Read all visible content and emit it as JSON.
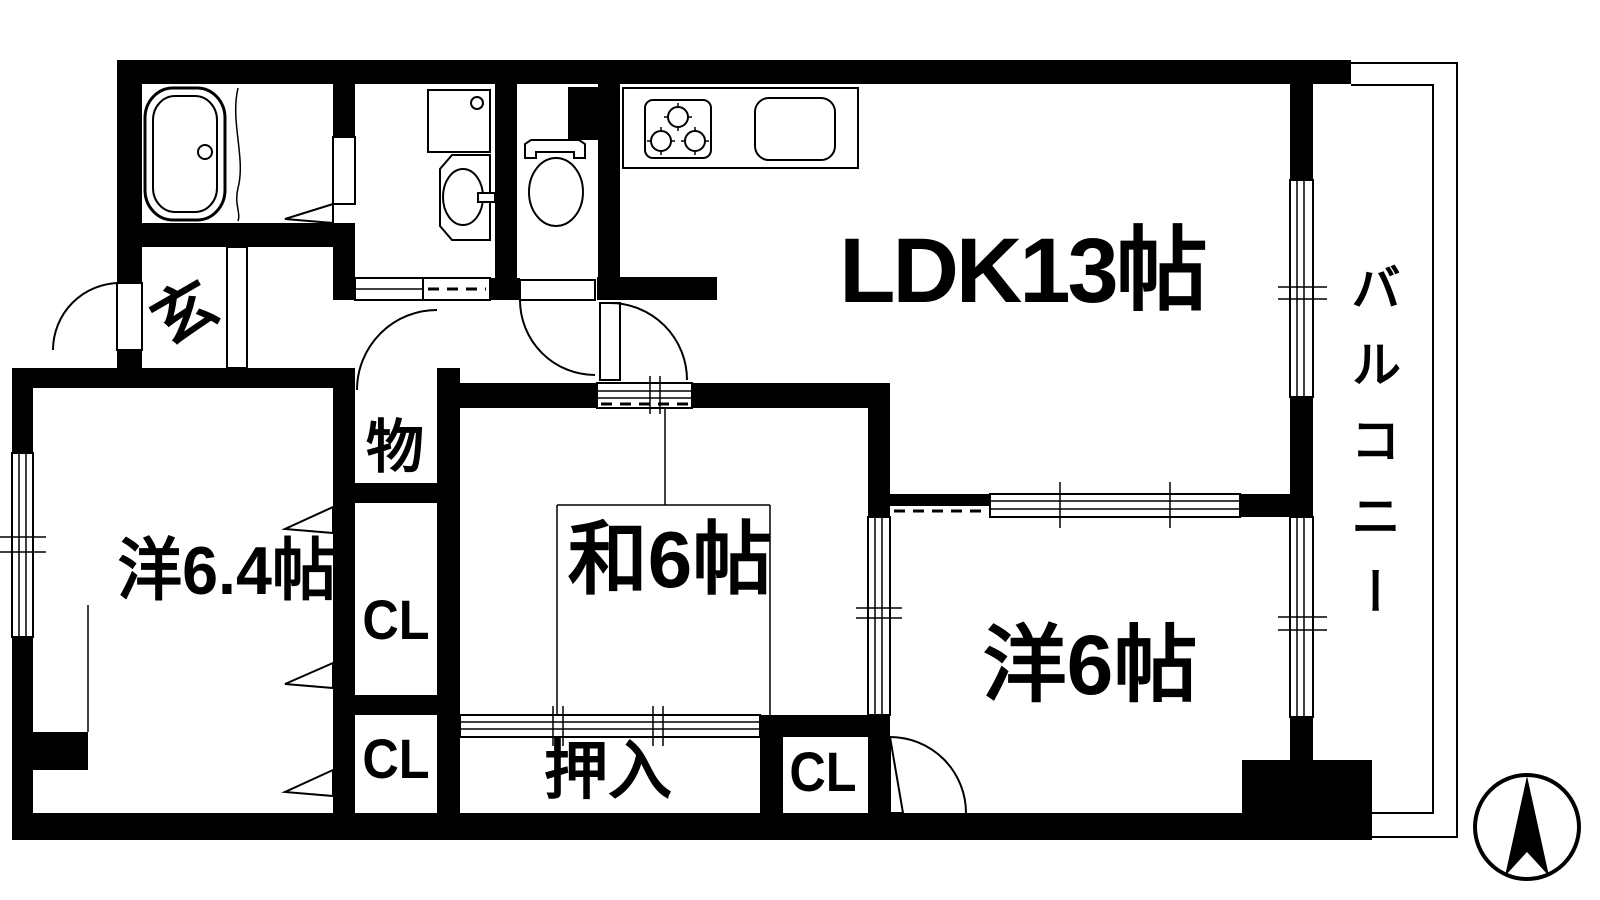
{
  "type": "floor_plan",
  "language": "ja",
  "colors": {
    "walls": "#000000",
    "background": "#ffffff",
    "lines": "#000000"
  },
  "labels": {
    "ldk": "LDK13帖",
    "washitsu": "和6帖",
    "western64": "洋6.4帖",
    "western6": "洋6帖",
    "oshiire": "押入",
    "storage": "物",
    "genkan": "玄",
    "closet_a": "CL",
    "closet_b": "CL",
    "closet_c": "CL",
    "balcony": "バルコニー"
  },
  "icons": {
    "north_arrow": "compass dart pointing up inside circle",
    "bathtub": "rounded rectangle tub with drain circle",
    "washing_machine": "square pan with faucet circle",
    "washbasin": "oval basin with tap",
    "toilet": "tank and bowl",
    "stove": "three gas burners",
    "kitchen_sink": "rounded rectangle sink"
  }
}
